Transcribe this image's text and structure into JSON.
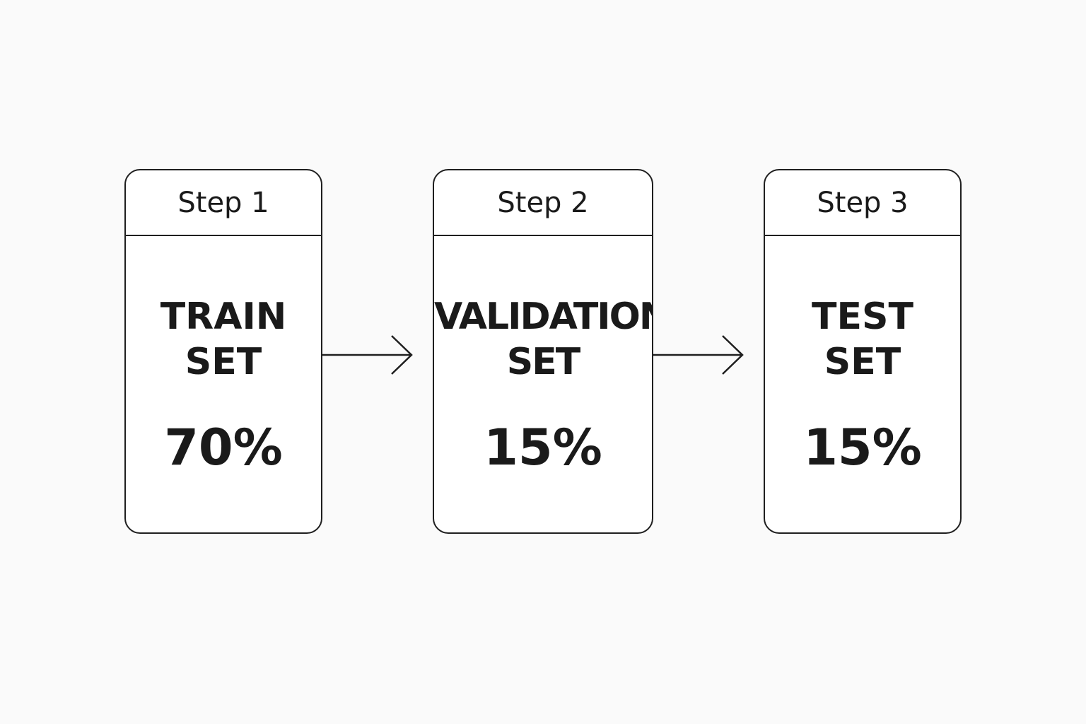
{
  "steps": [
    {
      "header": "Step 1",
      "name": "TRAIN\nSET",
      "percent": "70%",
      "value": 70
    },
    {
      "header": "Step 2",
      "name": "VALIDATION\nSET",
      "percent": "15%",
      "value": 15
    },
    {
      "header": "Step 3",
      "name": "TEST\nSET",
      "percent": "15%",
      "value": 15
    }
  ],
  "colors": {
    "stroke": "#1f1f1f",
    "text": "#1a1a1a",
    "background": "#fafafa",
    "card": "#ffffff"
  },
  "icons": {
    "connector": "arrow-right-icon"
  }
}
